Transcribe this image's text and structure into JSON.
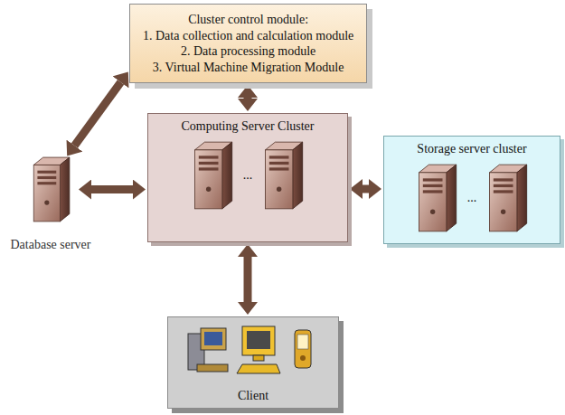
{
  "diagram": {
    "nodes": [
      {
        "text": [
          "Cluster control module:",
          "1. Data collection and calculation module",
          "2. Data processing module",
          "3. Virtual Machine Migration Module"
        ]
      },
      {
        "text": [
          "Database server"
        ]
      },
      {
        "text": [
          "Computing Server Cluster",
          "..."
        ]
      },
      {
        "text": [
          "Storage server cluster",
          "..."
        ]
      },
      {
        "text": [
          "Client"
        ]
      }
    ],
    "edges": [
      {
        "from": 0,
        "to": 2,
        "arrow": "both"
      },
      {
        "from": 1,
        "to": 0,
        "arrow": "both"
      },
      {
        "from": 1,
        "to": 2,
        "arrow": "both"
      },
      {
        "from": 2,
        "to": 3,
        "arrow": "both"
      },
      {
        "from": 2,
        "to": 4,
        "arrow": "both"
      }
    ]
  }
}
